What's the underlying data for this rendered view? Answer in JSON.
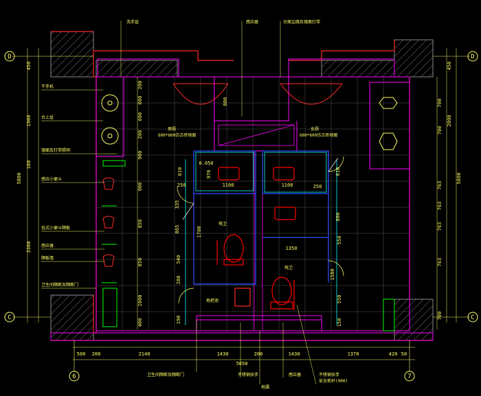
{
  "drawing": {
    "colors": {
      "background": "#000000",
      "wall": "#ff2a2a",
      "outline": "#ff00ff",
      "dimension": "#ffff66",
      "grid": "#5a5a5a",
      "partition": "#00ffff",
      "fixture": "#ff0000",
      "counter": "#00ff00",
      "blue": "#3050ff"
    },
    "axis_labels": {
      "top_left": "D",
      "top_right": "D",
      "bottom_left": "C",
      "bottom_right": "C",
      "bottom_6": "6",
      "bottom_7": "7"
    },
    "left_dims": [
      "450",
      "1900",
      "5800",
      "180",
      "3380"
    ],
    "right_dims": [
      "450",
      "2000",
      "5800"
    ],
    "inner_left_dims": [
      "200",
      "600",
      "600",
      "200",
      "900",
      "900",
      "850",
      "850",
      "1000",
      "400"
    ],
    "inner_right_dims": [
      "700",
      "700",
      "763",
      "763",
      "763",
      "763",
      "700"
    ],
    "bottom_dims": [
      "500",
      "200",
      "2140",
      "1430",
      "5050",
      "200",
      "1430",
      "1370",
      "420",
      "50"
    ],
    "center_dims": [
      "800",
      "1100",
      "1100",
      "250",
      "250",
      "0.050",
      "610",
      "610",
      "970",
      "1700",
      "335",
      "865",
      "540",
      "1350",
      "1580",
      "880",
      "280",
      "190",
      "150",
      "550",
      "550"
    ],
    "room_notes": {
      "men": "男厕",
      "men_tile": "600*600仿古砖地面",
      "women": "女厕",
      "women_tile": "600*600仿古砖地面",
      "acc1": "残卫",
      "acc2": "残卫",
      "mop": "拖把池"
    },
    "top_notes": [
      "洗手盆",
      "感应器",
      "台面边缘及镜面灯带"
    ],
    "left_notes": [
      "干手机",
      "台上盆",
      "镜面及灯带照明",
      "感应小便斗",
      "挂式小便斗隔板",
      "感应器",
      "隔板墙",
      "卫生间隔断及隔断门"
    ],
    "bottom_notes": [
      "卫生间隔断及隔断门",
      "不锈钢扶手",
      "地漏",
      "感应器",
      "不锈钢扶手",
      "安全抓杆(900)"
    ]
  }
}
